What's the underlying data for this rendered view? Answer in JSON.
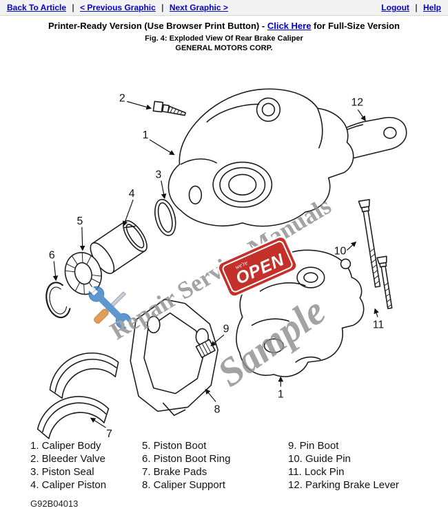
{
  "nav": {
    "separator": "|",
    "back_to_article": "Back To Article",
    "previous_graphic": "< Previous Graphic",
    "next_graphic": "Next Graphic >",
    "logout": "Logout",
    "help": "Help"
  },
  "header": {
    "printer_ready_prefix": "Printer-Ready Version (Use Browser Print Button) - ",
    "full_size_link": "Click Here",
    "printer_ready_suffix": " for Full-Size Version",
    "figure_caption": "Fig. 4: Exploded View Of Rear Brake Caliper",
    "company": "GENERAL MOTORS CORP."
  },
  "diagram": {
    "watermark_brand": "Repair Service Manuals",
    "watermark_sample": "Sample",
    "watermark_icon": "wrench-and-screwdriver",
    "open_sign_text": "OPEN",
    "open_sign_small": "we're",
    "part_numbers": [
      "1",
      "2",
      "3",
      "4",
      "5",
      "6",
      "7",
      "8",
      "9",
      "10",
      "11",
      "12"
    ]
  },
  "legend": {
    "columns": [
      {
        "items": [
          "1. Caliper Body",
          "2. Bleeder Valve",
          "3. Piston Seal",
          "4. Caliper Piston"
        ]
      },
      {
        "items": [
          "5. Piston Boot",
          "6. Piston Boot Ring",
          "7. Brake Pads",
          "8. Caliper Support"
        ]
      },
      {
        "items": [
          "9. Pin Boot",
          "10. Guide Pin",
          "11. Lock Pin",
          "12. Parking Brake Lever"
        ]
      }
    ]
  },
  "footer": {
    "document_code": "G92B04013"
  },
  "colors": {
    "link_blue": "#0000cc",
    "open_sign_red": "#c4312a",
    "watermark_gray": "#8f8f8f",
    "wrench_blue": "#3b7fc4"
  }
}
